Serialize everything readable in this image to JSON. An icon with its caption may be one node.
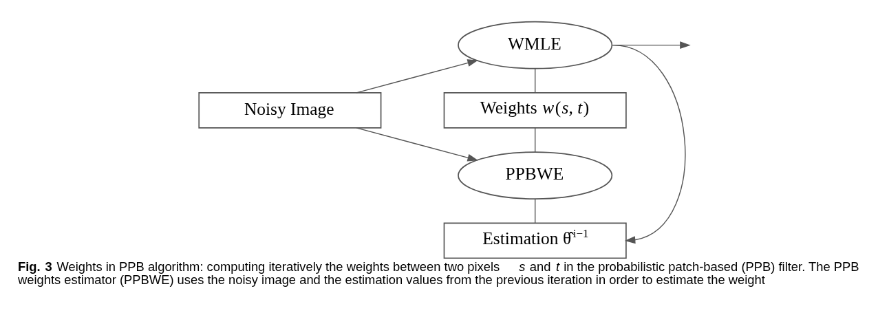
{
  "diagram": {
    "caption": "**Fig. 3** Weights in PPB algorithm: computing iteratively the weights between two pixels *s* and *t* in the probabilistic patch-based (PPB) filter. The PPB weights estimator (PPBWE) uses the noisy image and the estimation values from the previous iteration in order to estimate the weight",
    "nodes": [
      {
        "text": [
          "Noisy Image"
        ]
      },
      {
        "text": [
          "WMLE"
        ]
      },
      {
        "text": [
          "Weights *w*(*s, t*)"
        ]
      },
      {
        "text": [
          "PPBWE"
        ]
      },
      {
        "text": [
          "Estimation θ̂$^{i−1}$"
        ]
      }
    ],
    "edges": [
      {
        "from": 0,
        "to": 1,
        "arrow": "to"
      },
      {
        "from": 0,
        "to": 3,
        "arrow": "to"
      },
      {
        "from": 1,
        "to": null,
        "arrow": "to"
      },
      {
        "from": 1,
        "to": 4,
        "arrow": "to"
      },
      {
        "from": 1,
        "to": 2,
        "arrow": "none"
      },
      {
        "from": 2,
        "to": 3,
        "arrow": "none"
      },
      {
        "from": 3,
        "to": 4,
        "arrow": "none"
      }
    ]
  }
}
